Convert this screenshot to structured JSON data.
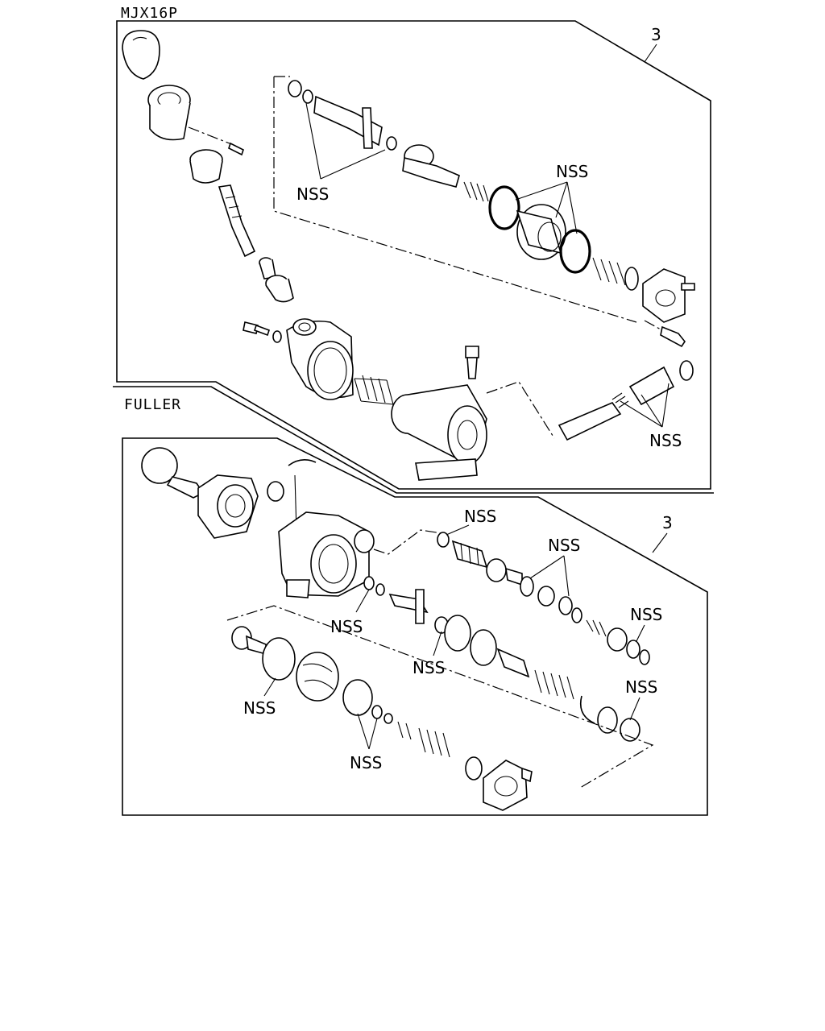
{
  "sections": {
    "mjx16p": {
      "title": "MJX16P",
      "kit_ref": "3",
      "nss_labels": [
        "NSS",
        "NSS",
        "NSS"
      ]
    },
    "fuller": {
      "title": "FULLER",
      "kit_ref": "3",
      "nss_labels": [
        "NSS",
        "NSS",
        "NSS",
        "NSS",
        "NSS",
        "NSS",
        "NSS"
      ]
    }
  }
}
